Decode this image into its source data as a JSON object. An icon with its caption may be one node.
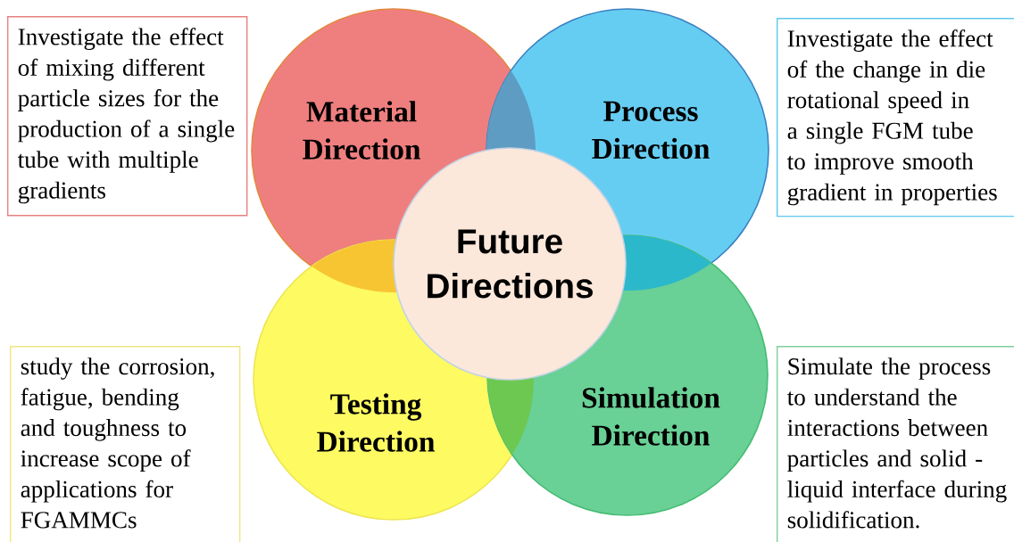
{
  "diagram": {
    "nodes": [
      {
        "text": [
          "Investigate the effect of mixing different particle sizes for the production of a single tube with multiple gradients"
        ]
      },
      {
        "text": [
          "Material Direction"
        ]
      },
      {
        "text": [
          "Process Direction"
        ]
      },
      {
        "text": [
          "Investigate the effect of the change in die rotational speed in a single FGM tube to improve smooth gradient in properties"
        ]
      },
      {
        "text": [
          "Future Directions"
        ]
      },
      {
        "text": [
          "study the corrosion, fatigue, bending and toughness to increase scope of applications for FGAMMCs"
        ]
      },
      {
        "text": [
          "Testing Direction"
        ]
      },
      {
        "text": [
          "Simulation Direction"
        ]
      },
      {
        "text": [
          "Simulate the process to understand the interactions between particles and solid - liquid interface during solidification."
        ]
      }
    ]
  }
}
